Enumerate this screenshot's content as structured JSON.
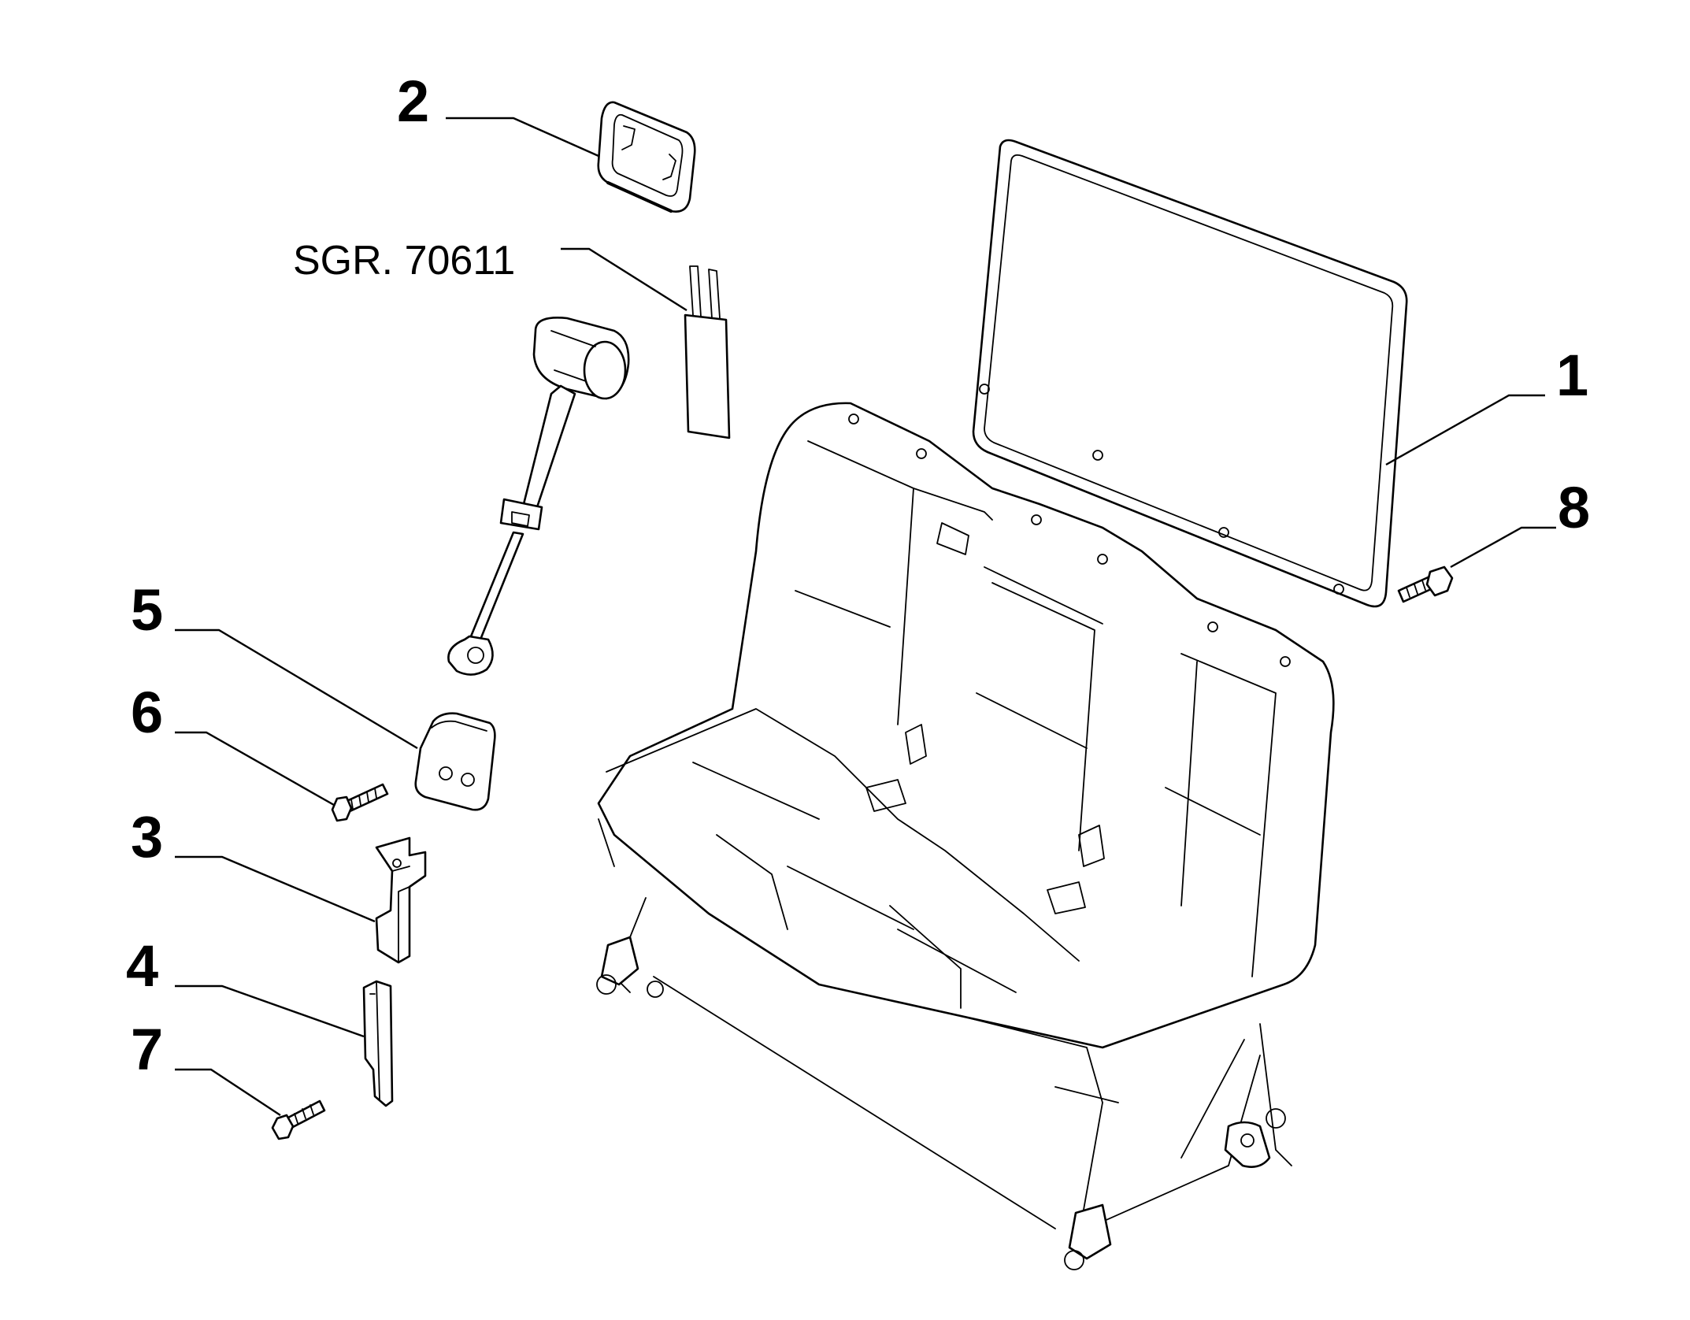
{
  "diagram": {
    "callouts": [
      {
        "id": "1",
        "label": "1"
      },
      {
        "id": "2",
        "label": "2"
      },
      {
        "id": "3",
        "label": "3"
      },
      {
        "id": "4",
        "label": "4"
      },
      {
        "id": "5",
        "label": "5"
      },
      {
        "id": "6",
        "label": "6"
      },
      {
        "id": "7",
        "label": "7"
      },
      {
        "id": "8",
        "label": "8"
      }
    ],
    "reference": "SGR. 70611"
  }
}
